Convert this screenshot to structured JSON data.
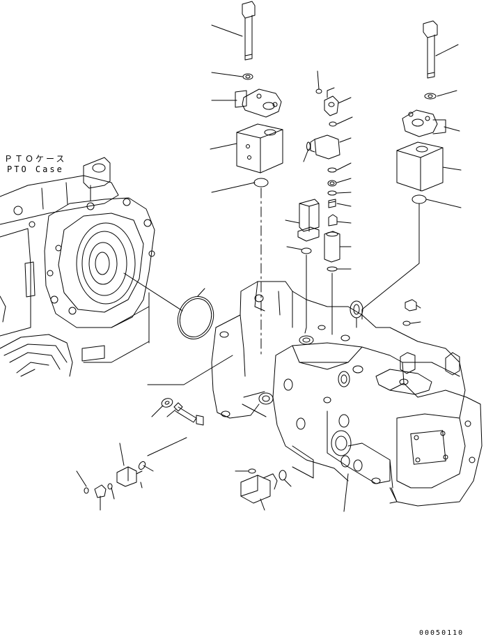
{
  "labels": {
    "pto_case_jp": "ＰＴＯケース",
    "pto_case_en": "PTO Case",
    "drawing_code": "00050110"
  },
  "colors": {
    "ink": "#000000",
    "paper": "#ffffff"
  }
}
